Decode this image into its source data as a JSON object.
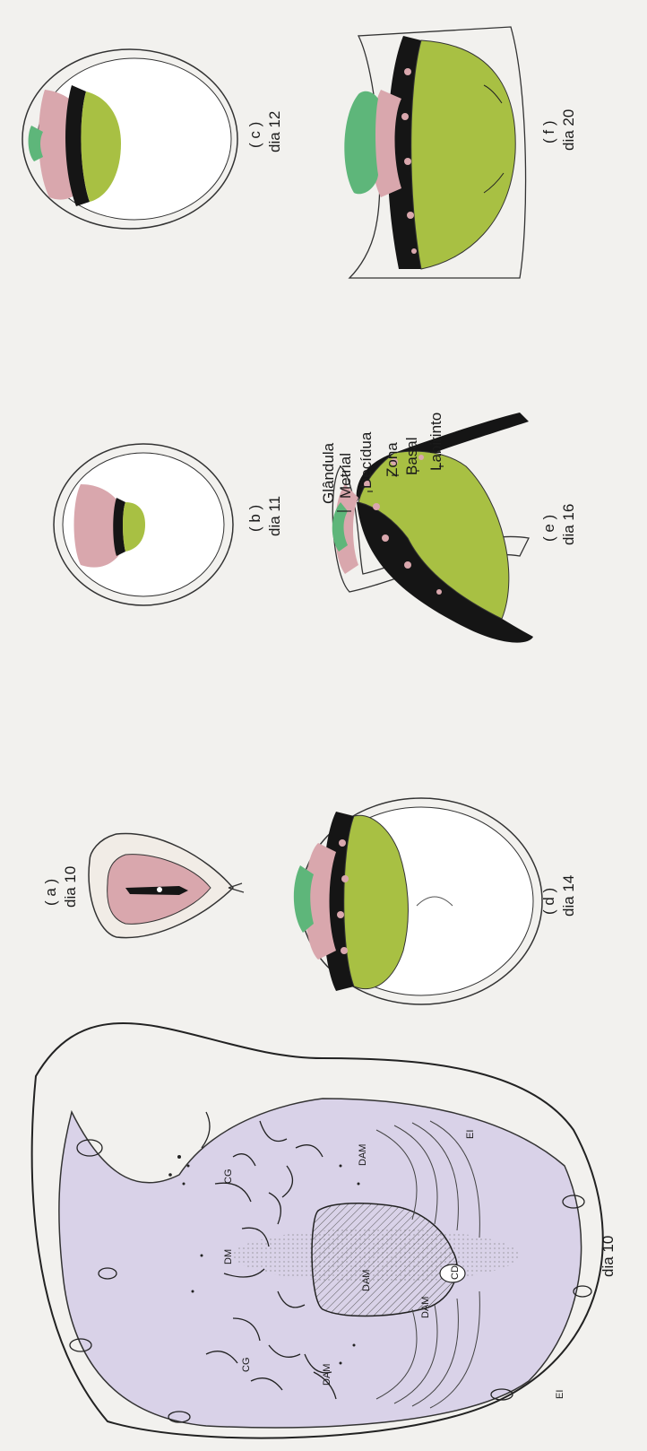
{
  "panels": {
    "a": {
      "letter": "( a )",
      "day": "dia 10"
    },
    "b": {
      "letter": "( b )",
      "day": "dia 11"
    },
    "c": {
      "letter": "( c )",
      "day": "dia 12"
    },
    "d": {
      "letter": "( d )",
      "day": "dia 14"
    },
    "e": {
      "letter": "( e )",
      "day": "dia 16"
    },
    "f": {
      "letter": "( f )",
      "day": "dia 20"
    }
  },
  "large_panel": {
    "day": "dia 10",
    "labels": {
      "dm": "DM",
      "cg_upper": "CG",
      "cg_lower": "CG",
      "dam_upper": "DAM",
      "dam_mid_right": "DAM",
      "dam_lower_right": "DAM",
      "dam_lower_left": "DAM",
      "ei_upper": "EI",
      "ei_lower": "EI",
      "cd": "CD"
    }
  },
  "legend": {
    "glandula": "Glândula",
    "metrial": "Metrial",
    "decidua": "Decídua",
    "zona": "Zona",
    "basal": "Basal",
    "labirinto": "Labirinto"
  },
  "colors": {
    "decidua_pink": "#d9a7ad",
    "glandula_green": "#5eb67a",
    "labirinto_green": "#a8c043",
    "basal_black": "#151515",
    "large_fill": "#d9d2e8"
  }
}
